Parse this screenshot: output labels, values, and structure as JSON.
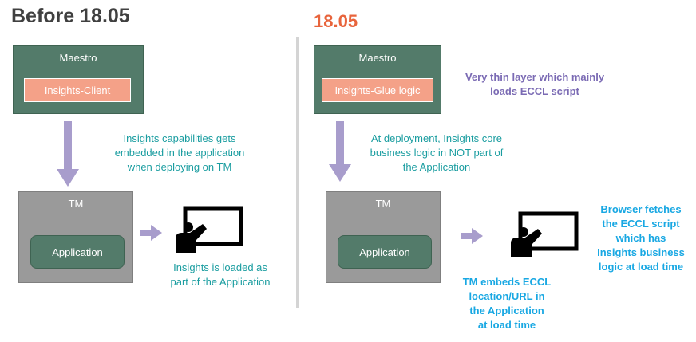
{
  "left": {
    "title": "Before 18.05",
    "maestro_label": "Maestro",
    "client_label": "Insights-Client",
    "embed_note": [
      "Insights capabilities gets",
      "embedded  in the application",
      "when deploying on TM"
    ],
    "tm_label": "TM",
    "app_label": "Application",
    "loaded_note": [
      "Insights is loaded as",
      "part of the Application"
    ]
  },
  "right": {
    "title": "18.05",
    "maestro_label": "Maestro",
    "glue_label": "Insights-Glue logic",
    "thin_layer_note": [
      "Very thin layer which mainly",
      "loads ECCL script"
    ],
    "deploy_note": [
      "At deployment,  Insights core",
      "business logic in NOT part of",
      "the Application"
    ],
    "tm_label": "TM",
    "app_label": "Application",
    "tm_embeds_note": [
      "TM embeds ECCL",
      "location/URL in",
      "the Application",
      "at load time"
    ],
    "browser_note": [
      "Browser fetches",
      "the ECCL script",
      "which has",
      "Insights business",
      "logic at load time"
    ]
  },
  "colors": {
    "maestro_green": "#537b6a",
    "salmon": "#f4a188",
    "tm_gray": "#9a9a9a",
    "arrow_purple": "#a89dcc",
    "teal_text": "#1a9da0",
    "purple_text": "#7b6bb4",
    "blue_text": "#19a8e3",
    "right_title": "#e8643c"
  },
  "icons": {
    "presentation": "presentation-icon",
    "arrow_down": "arrow-down-icon",
    "arrow_right": "arrow-right-icon"
  }
}
